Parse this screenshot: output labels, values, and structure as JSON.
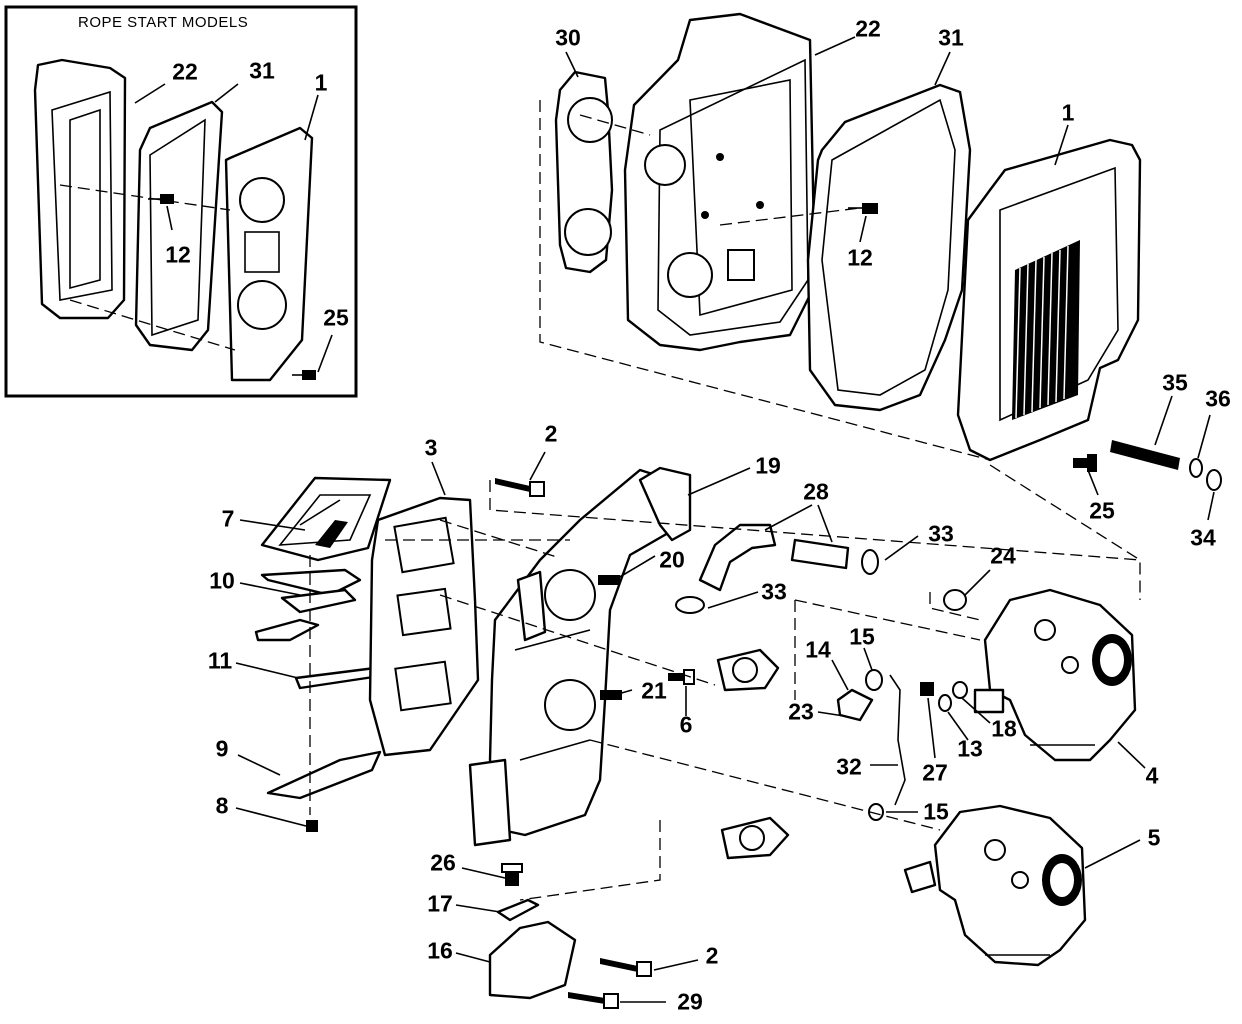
{
  "inset": {
    "title": "ROPE START MODELS",
    "labels": [
      "22",
      "31",
      "1",
      "12",
      "25"
    ]
  },
  "callouts": {
    "c30": "30",
    "c22": "22",
    "c31": "31",
    "c1": "1",
    "c12": "12",
    "c35": "35",
    "c36": "36",
    "c34": "34",
    "c25": "25",
    "c2a": "2",
    "c3": "3",
    "c19": "19",
    "c28": "28",
    "c33a": "33",
    "c7": "7",
    "c20": "20",
    "c10": "10",
    "c33b": "33",
    "c24": "24",
    "c11": "11",
    "c14": "14",
    "c15a": "15",
    "c21": "21",
    "c6": "6",
    "c23": "23",
    "c18": "18",
    "c13": "13",
    "c9": "9",
    "c27": "27",
    "c4": "4",
    "c32": "32",
    "c8": "8",
    "c15b": "15",
    "c5": "5",
    "c26": "26",
    "c17": "17",
    "c16": "16",
    "c2b": "2",
    "c29": "29"
  }
}
